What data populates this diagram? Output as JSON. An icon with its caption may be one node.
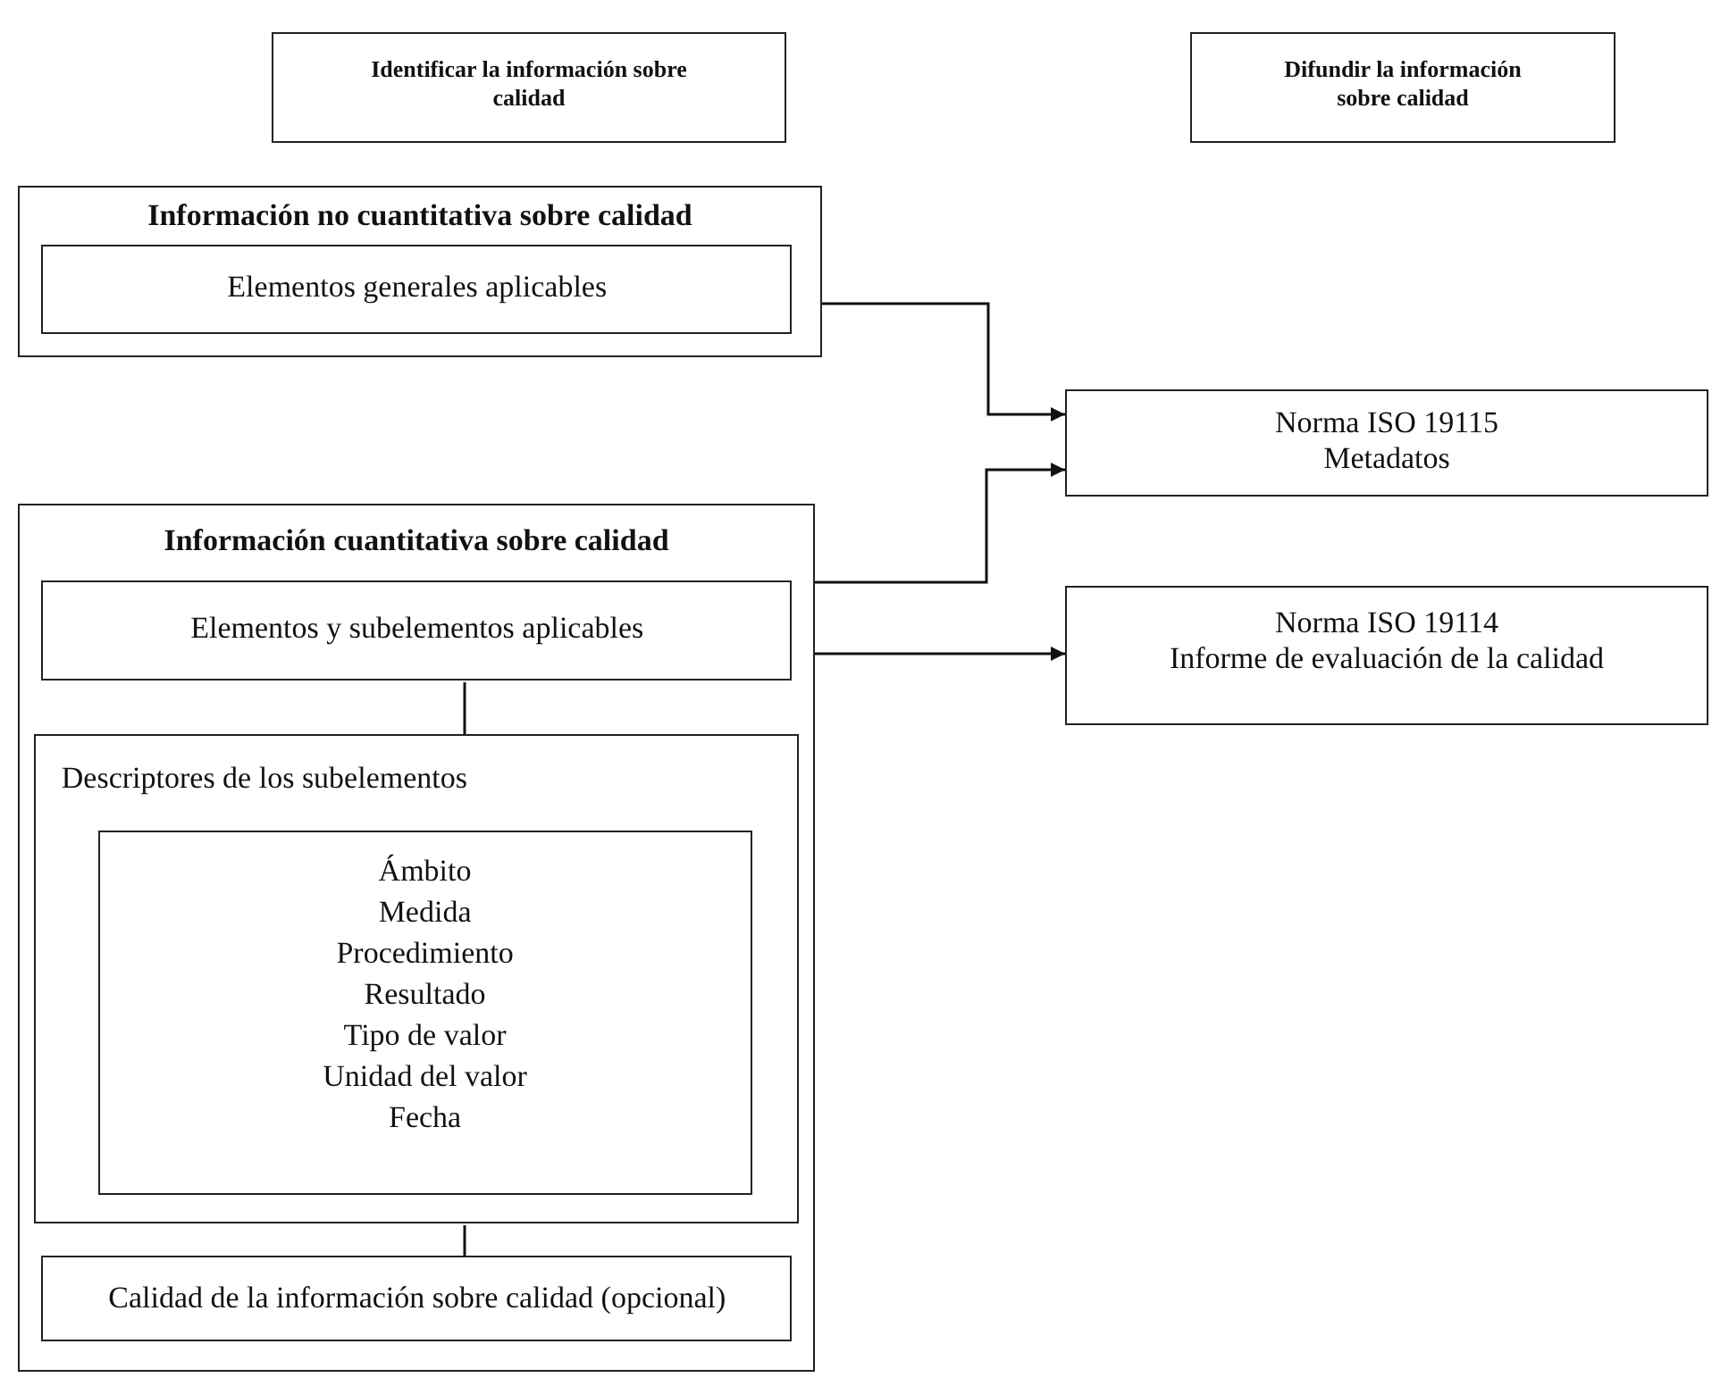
{
  "diagram": {
    "nodes": [
      {
        "text": [
          "Identificar la información sobre calidad"
        ]
      },
      {
        "text": [
          "Difundir la información sobre calidad"
        ]
      },
      {
        "text": [
          "Información no cuantitativa sobre calidad"
        ]
      },
      {
        "text": [
          "Elementos generales aplicables"
        ],
        "in": 2
      },
      {
        "text": [
          "Norma ISO 19115",
          "Metadatos"
        ]
      },
      {
        "text": [
          "Información cuantitativa sobre calidad"
        ]
      },
      {
        "text": [
          "Elementos y subelementos aplicables"
        ],
        "in": 5
      },
      {
        "text": [
          "Norma ISO 19114",
          "Informe de evaluación de la calidad"
        ]
      },
      {
        "text": [
          "Descriptores de los subelementos"
        ],
        "in": 5
      },
      {
        "text": [
          "Ámbito",
          "Medida",
          "Procedimiento",
          "Resultado",
          "Tipo de valor",
          "Unidad del valor",
          "Fecha"
        ],
        "in": 8
      },
      {
        "text": [
          "Calidad de la información sobre calidad (opcional)"
        ],
        "in": 5
      }
    ],
    "edges": [
      {
        "from": 2,
        "to": 4,
        "arrow": "to"
      },
      {
        "from": 5,
        "to": 4,
        "arrow": "to"
      },
      {
        "from": 5,
        "to": 7,
        "arrow": "to"
      },
      {
        "from": 6,
        "to": 8,
        "arrow": "none"
      },
      {
        "from": 8,
        "to": 10,
        "arrow": "none"
      }
    ]
  }
}
